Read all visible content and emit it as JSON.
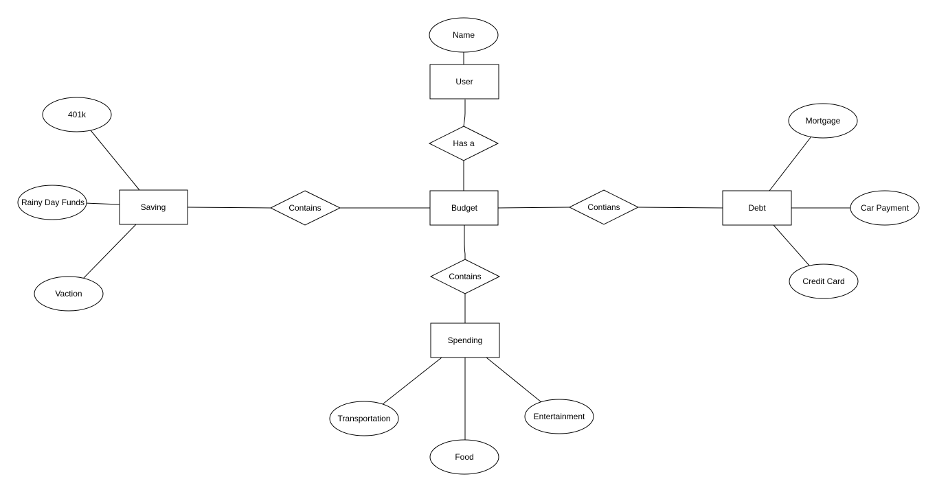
{
  "entities": {
    "user": "User",
    "budget": "Budget",
    "saving": "Saving",
    "debt": "Debt",
    "spending": "Spending"
  },
  "relationships": {
    "has_a": "Has a",
    "contains_saving": "Contains",
    "contains_debt": "Contians",
    "contains_spending": "Contains"
  },
  "attributes": {
    "name": "Name",
    "k401": "401k",
    "rainy_day_funds": "Rainy Day Funds",
    "vacation": "Vaction",
    "mortgage": "Mortgage",
    "car_payment": "Car Payment",
    "credit_card": "Credit Card",
    "transportation": "Transportation",
    "food": "Food",
    "entertainment": "Entertainment"
  },
  "colors": {
    "stroke": "#000000",
    "fill": "#ffffff",
    "text": "#000000"
  }
}
